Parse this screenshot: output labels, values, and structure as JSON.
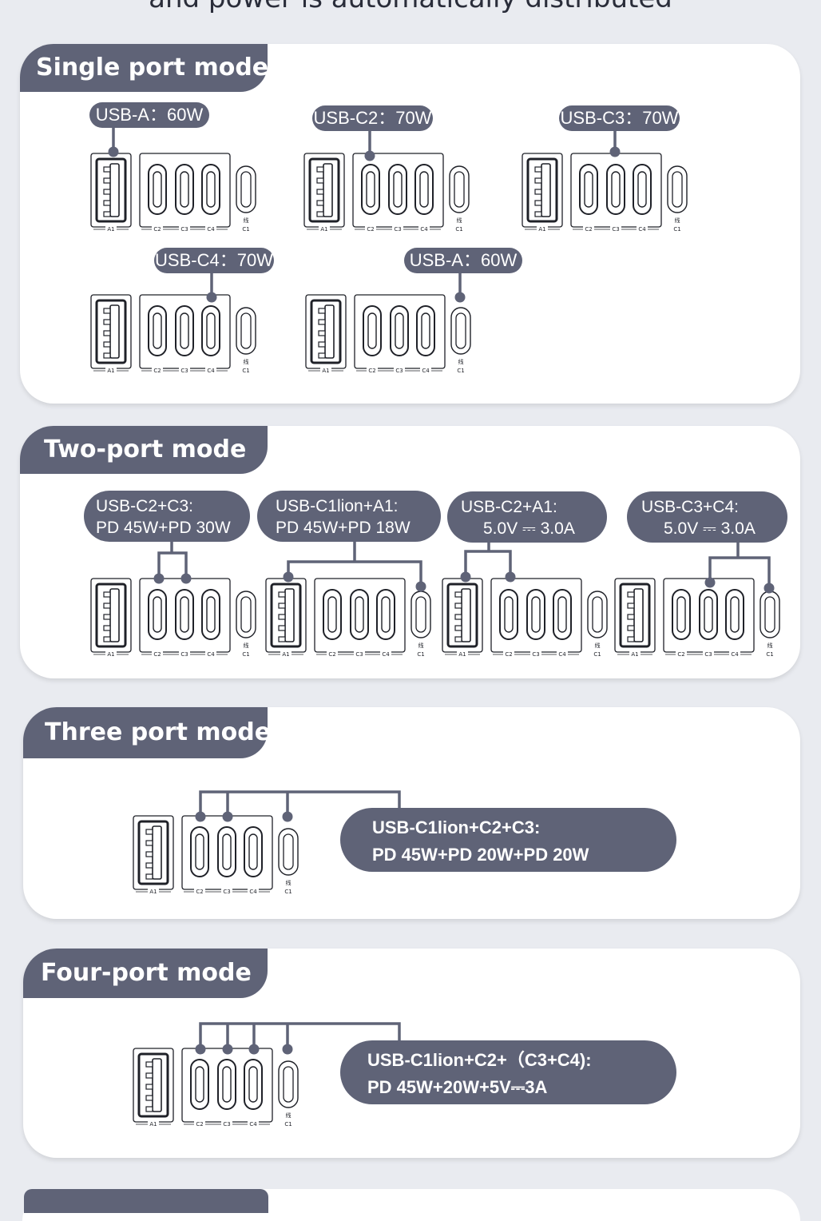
{
  "header_text": "and power is automatically distributed",
  "port_labels": {
    "a1": "A1",
    "c2": "C2",
    "c3": "C3",
    "c4": "C4",
    "c1": "C1",
    "c1_cn": "线"
  },
  "colors": {
    "accent": "#5f6377",
    "background": "#e9ebf0",
    "card": "#ffffff"
  },
  "sections": {
    "single": {
      "title": "Single port mode",
      "labels": [
        "USB-A：60W",
        "USB-C2：70W",
        "USB-C3：70W",
        "USB-C4：70W",
        "USB-A：60W"
      ]
    },
    "two": {
      "title": "Two-port mode",
      "labels": [
        {
          "line1": "USB-C2+C3:",
          "line2": "PD 45W+PD 30W"
        },
        {
          "line1": "USB-C1lion+A1:",
          "line2": "PD 45W+PD 18W"
        },
        {
          "line1": "USB-C2+A1:",
          "line2": "5.0V ⎓ 3.0A"
        },
        {
          "line1": "USB-C3+C4:",
          "line2": "5.0V ⎓ 3.0A"
        }
      ]
    },
    "three": {
      "title": "Three port mode",
      "line1": "USB-C1lion+C2+C3:",
      "line2": "PD 45W+PD 20W+PD 20W"
    },
    "four": {
      "title": "Four-port mode",
      "line1": "USB-C1lion+C2+（C3+C4):",
      "line2": "PD 45W+20W+5V⎓3A"
    }
  }
}
